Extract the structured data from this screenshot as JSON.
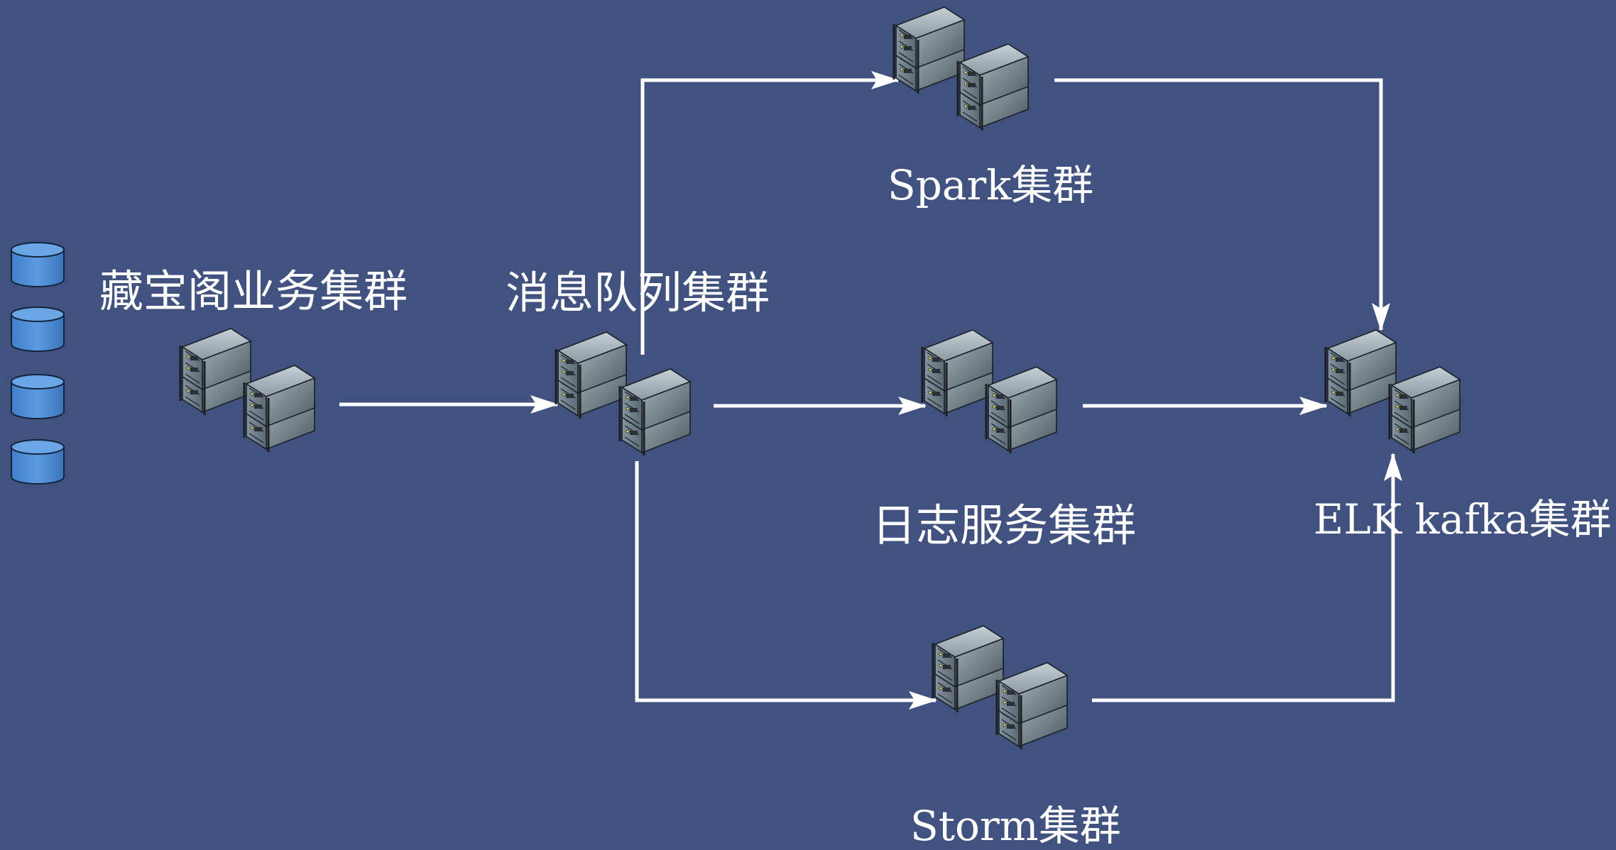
{
  "diagram": {
    "background_color": "#425280",
    "arrow_color": "#ffffff",
    "nodes": [
      {
        "id": "business",
        "label": "藏宝阁业务集群",
        "icon": "server-cluster-icon"
      },
      {
        "id": "mq",
        "label": "消息队列集群",
        "icon": "server-cluster-icon"
      },
      {
        "id": "spark",
        "label": "Spark集群",
        "icon": "server-cluster-icon"
      },
      {
        "id": "log",
        "label": "日志服务集群",
        "icon": "server-cluster-icon"
      },
      {
        "id": "storm",
        "label": "Storm集群",
        "icon": "server-cluster-icon"
      },
      {
        "id": "elk",
        "label": "ELK kafka集群",
        "icon": "server-cluster-icon"
      }
    ],
    "databases": [
      {
        "icon": "database-icon"
      },
      {
        "icon": "database-icon"
      },
      {
        "icon": "database-icon"
      },
      {
        "icon": "database-icon"
      }
    ],
    "edges": [
      {
        "from": "business",
        "to": "mq"
      },
      {
        "from": "mq",
        "to": "spark"
      },
      {
        "from": "mq",
        "to": "log"
      },
      {
        "from": "mq",
        "to": "storm"
      },
      {
        "from": "spark",
        "to": "elk"
      },
      {
        "from": "log",
        "to": "elk"
      },
      {
        "from": "storm",
        "to": "elk"
      }
    ]
  }
}
